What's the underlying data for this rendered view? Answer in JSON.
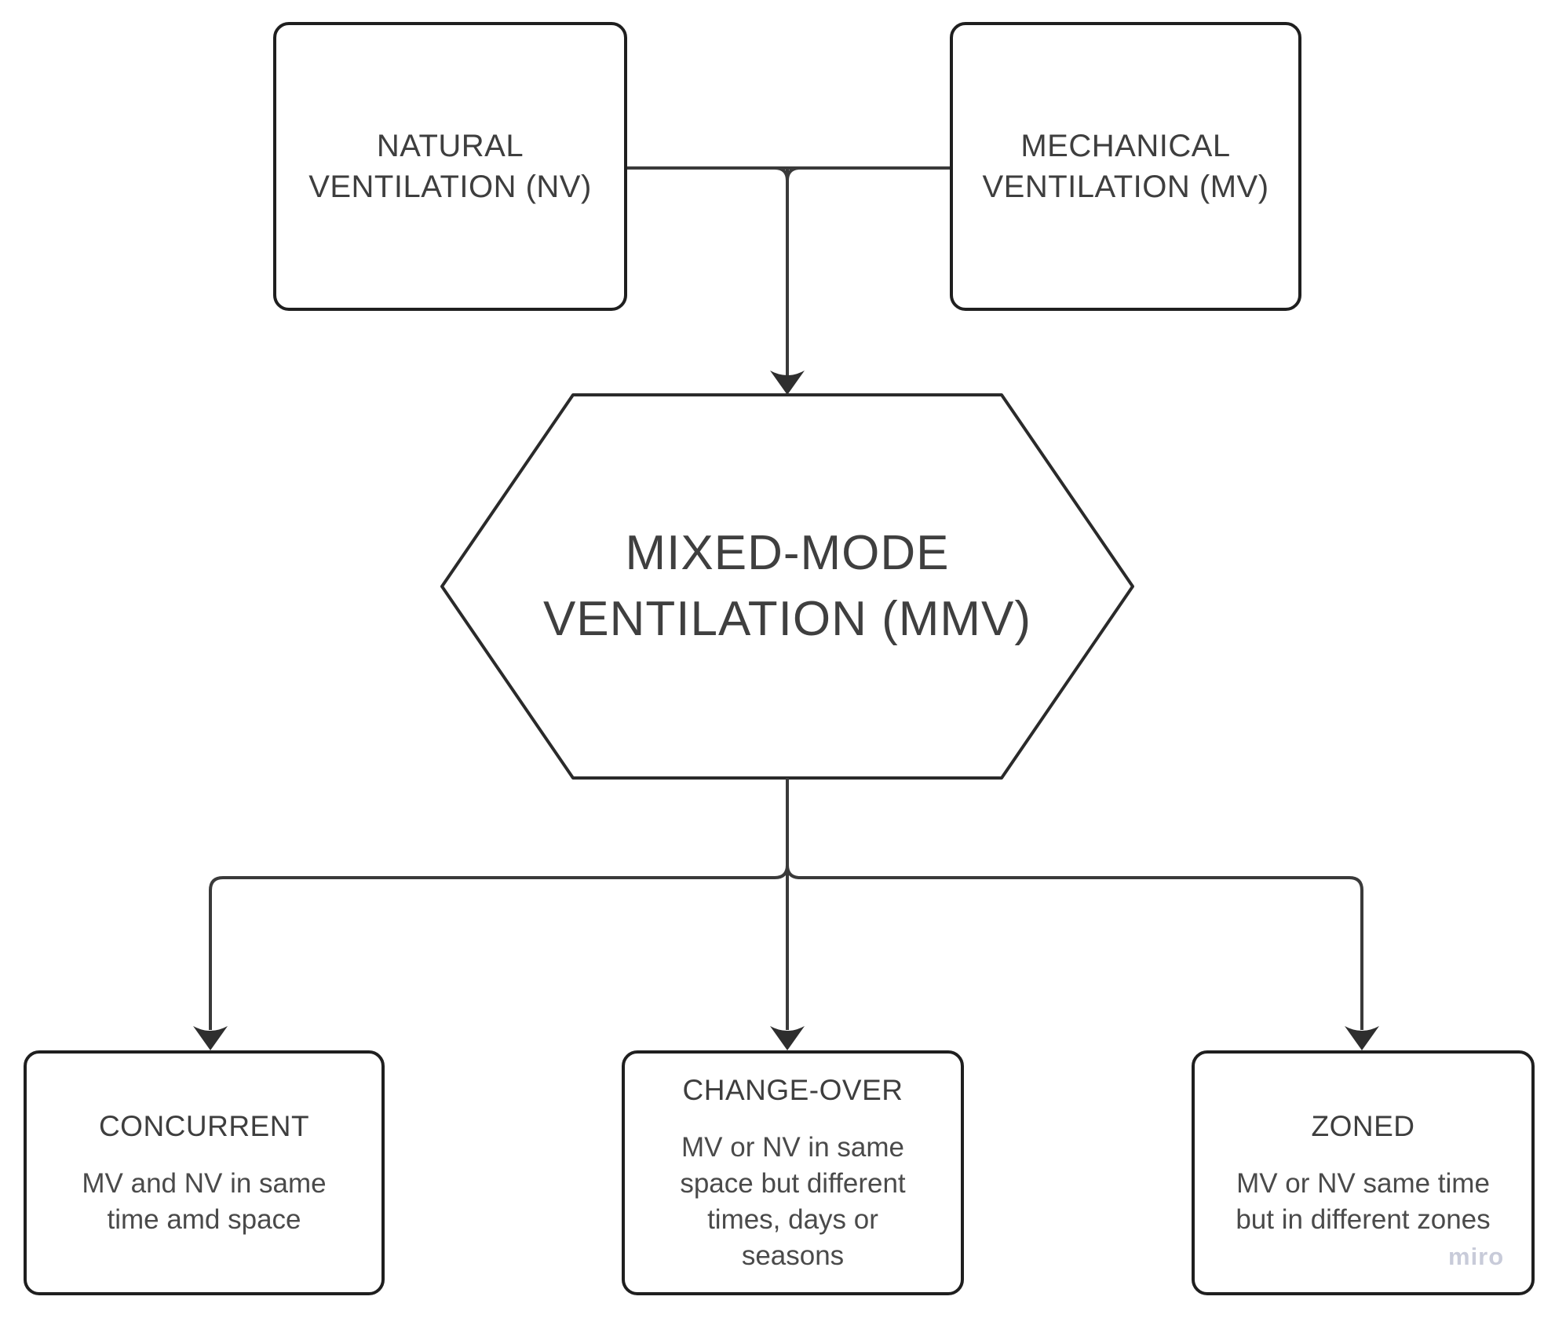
{
  "page": {
    "background": "#ffffff",
    "watermark": "miro"
  },
  "colors": {
    "connector_line": "#3a3a3a",
    "box_border": "#1f1f1f",
    "title_text": "#3e3e3e",
    "body_text": "#4a4a4a",
    "watermark_text": "#c8cbd9"
  },
  "diagram": {
    "type": "flowchart",
    "nodes": {
      "nv": {
        "shape": "rounded-rectangle",
        "label": "NATURAL\nVENTILATION (NV)"
      },
      "mv": {
        "shape": "rounded-rectangle",
        "label": "MECHANICAL\nVENTILATION (MV)"
      },
      "mmv": {
        "shape": "hexagon",
        "label": "MIXED-MODE\nVENTILATION (MMV)"
      },
      "concurrent": {
        "shape": "rounded-rectangle",
        "title": "CONCURRENT",
        "description": "MV and NV in same\ntime amd space"
      },
      "change_over": {
        "shape": "rounded-rectangle",
        "title": "CHANGE-OVER",
        "description": "MV or NV in same\nspace but different\ntimes, days or\nseasons"
      },
      "zoned": {
        "shape": "rounded-rectangle",
        "title": "ZONED",
        "description": "MV or NV same time\nbut in different zones"
      }
    },
    "edges": [
      {
        "from": "nv",
        "to": "mmv",
        "arrow": true
      },
      {
        "from": "mv",
        "to": "mmv",
        "arrow": true
      },
      {
        "from": "mmv",
        "to": "concurrent",
        "arrow": true
      },
      {
        "from": "mmv",
        "to": "change_over",
        "arrow": true
      },
      {
        "from": "mmv",
        "to": "zoned",
        "arrow": true
      }
    ]
  }
}
